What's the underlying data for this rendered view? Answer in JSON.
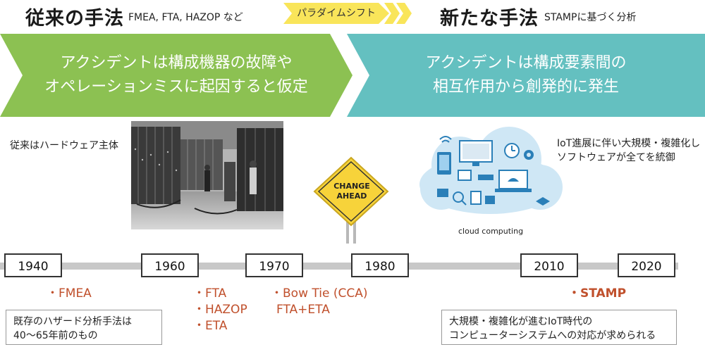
{
  "header": {
    "left_title": "従来の手法",
    "left_sub": "FMEA, FTA, HAZOP など",
    "shift_label": "パラダイムシフト",
    "right_title": "新たな手法",
    "right_sub": "STAMPに基づく分析"
  },
  "banners": {
    "left_line1": "アクシデントは構成機器の故障や",
    "left_line2": "オペレーションミスに起因すると仮定",
    "right_line1": "アクシデントは構成要素間の",
    "right_line2": "相互作用から創発的に発生"
  },
  "notes": {
    "hardware": "従来はハードウェア主体",
    "iot_line1": "IoT進展に伴い大規模・複雑化し",
    "iot_line2": "ソフトウェアが全てを統御",
    "cloud_caption": "cloud computing",
    "sign_line1": "CHANGE",
    "sign_line2": "AHEAD"
  },
  "timeline": {
    "years": [
      "1940",
      "1960",
      "1970",
      "1980",
      "2010",
      "2020"
    ]
  },
  "methods": {
    "fmea": "・FMEA",
    "group1960": [
      "・FTA",
      "・HAZOP",
      "・ETA"
    ],
    "group1970_line1": "・Bow Tie (CCA)",
    "group1970_line2": "FTA+ETA",
    "stamp": "・STAMP"
  },
  "boxes": {
    "left_line1": "既存のハザード分析手法は",
    "left_line2": "40～65年前のもの",
    "right_line1": "大規模・複雑化が進むIoT時代の",
    "right_line2": "コンピューターシステムへの対応が求められる"
  },
  "colors": {
    "green_banner": "#8cc152",
    "teal_banner": "#64c0c0",
    "shift_arrow": "#f9e55a",
    "method_text": "#c0502c",
    "sign_yellow": "#f7d33a"
  }
}
